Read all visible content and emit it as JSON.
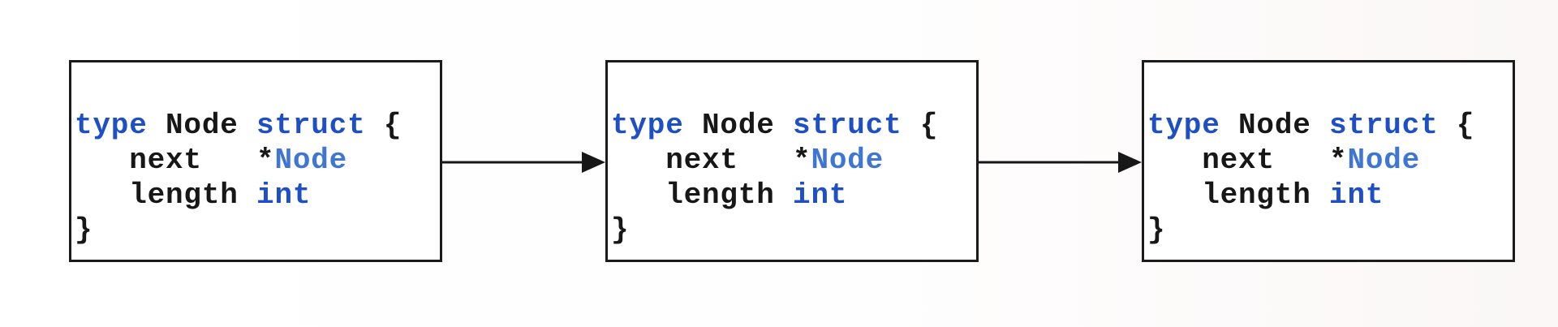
{
  "colors": {
    "background": "#ffffff",
    "box_fill": "#ffffff",
    "box_border": "#1b1b1b",
    "arrow": "#171717",
    "code_text": "#171717",
    "keyword_blue": "#1e4fc4",
    "type_ref_blue": "#3e76d2"
  },
  "code": {
    "language": "go",
    "lines": [
      {
        "segments": [
          {
            "text": "type",
            "role": "keyword"
          },
          {
            "text": " Node ",
            "role": "plain"
          },
          {
            "text": "struct",
            "role": "keyword"
          },
          {
            "text": " {",
            "role": "plain"
          }
        ]
      },
      {
        "segments": [
          {
            "text": "   next   *",
            "role": "plain"
          },
          {
            "text": "Node",
            "role": "typeref"
          }
        ]
      },
      {
        "segments": [
          {
            "text": "   length ",
            "role": "plain"
          },
          {
            "text": "int",
            "role": "keyword"
          }
        ]
      },
      {
        "segments": [
          {
            "text": "}",
            "role": "plain"
          }
        ]
      }
    ]
  },
  "nodes": [
    {
      "id": "node-1"
    },
    {
      "id": "node-2"
    },
    {
      "id": "node-3"
    }
  ],
  "arrows": [
    {
      "from": "node-1",
      "to": "node-2"
    },
    {
      "from": "node-2",
      "to": "node-3"
    }
  ]
}
